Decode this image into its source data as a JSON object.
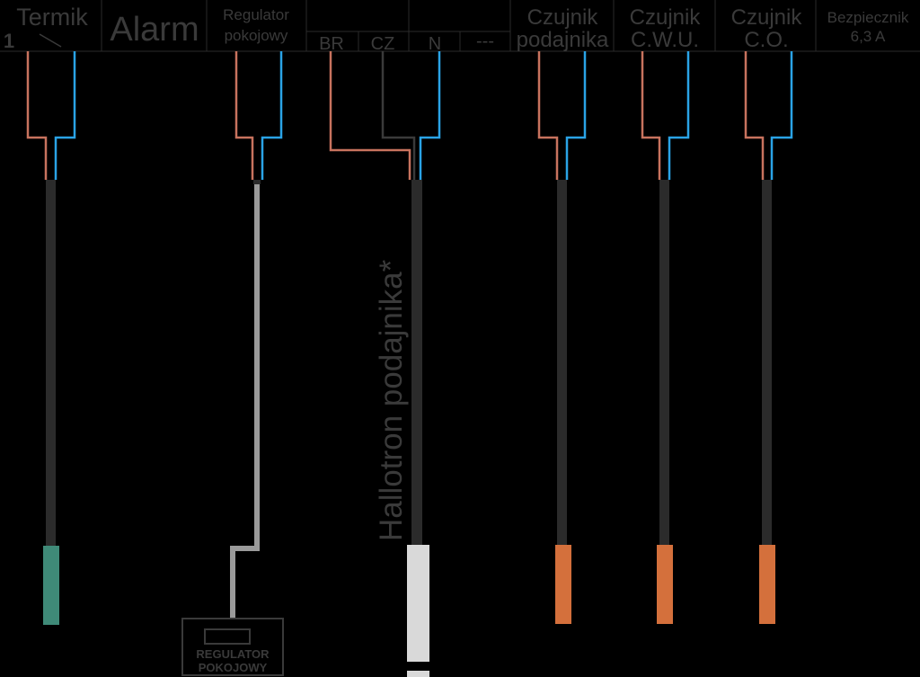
{
  "header": {
    "termik": "Termik",
    "termik_num": "1",
    "alarm": "Alarm",
    "regulator_line1": "Regulator",
    "regulator_line2": "pokojowy",
    "br": "BR",
    "cz": "CZ",
    "n": "N",
    "dashes": "---",
    "czujnik_podajnika_1": "Czujnik",
    "czujnik_podajnika_2": "podajnika",
    "czujnik_cwu_1": "Czujnik",
    "czujnik_cwu_2": "C.W.U.",
    "czujnik_co_1": "Czujnik",
    "czujnik_co_2": "C.O.",
    "bezpiecznik_1": "Bezpiecznik",
    "bezpiecznik_2": "6,3 A"
  },
  "hallotron_label": "Hallotron podajnika*",
  "regulator_box": {
    "line1": "REGULATOR",
    "line2": "POKOJOWY"
  },
  "colors": {
    "background": "#000000",
    "brown_wire": "#c8735e",
    "blue_wire": "#2aa3e6",
    "black_wire": "#3a3a3a",
    "cable_dark": "#2b2b2b",
    "cable_gray": "#9a9a9a",
    "sensor_green": "#3f8a78",
    "sensor_orange": "#d4703c",
    "sensor_white": "#d9d9d9",
    "header_text": "#3a3a3a"
  }
}
